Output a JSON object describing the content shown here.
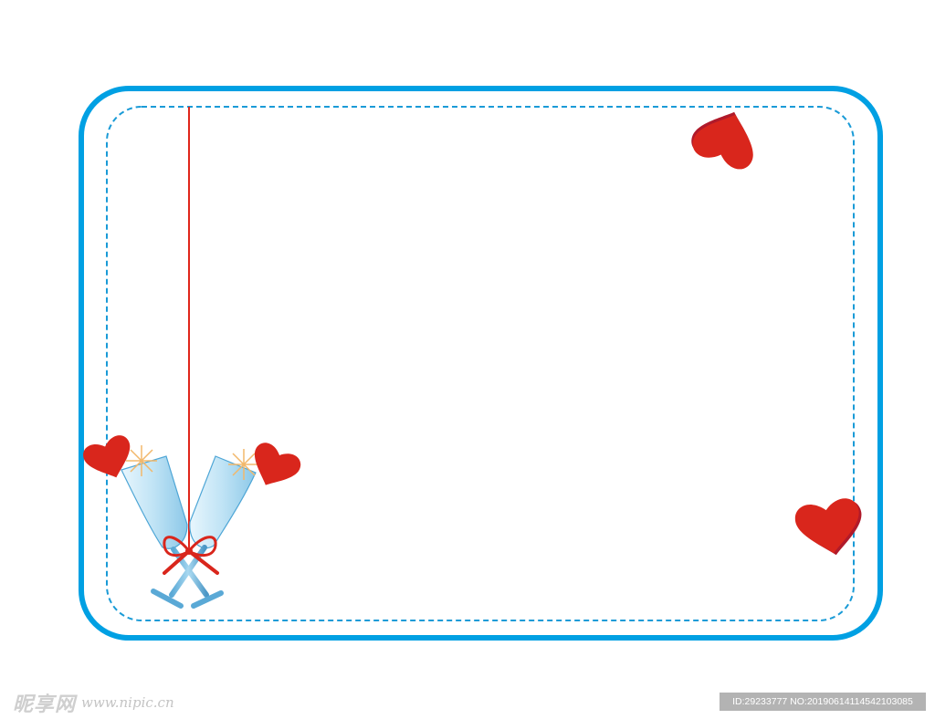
{
  "colors": {
    "frame_border": "#00a0e3",
    "dashed_border": "#1a9bd7",
    "heart_red": "#d9261c",
    "heart_shadow": "#b01a2a",
    "string_red": "#e0261b",
    "glass_blue": "#a9d7ef",
    "glass_outline": "#4ea6d6",
    "sparkle": "#f2b86b"
  },
  "icons": [
    "heart-icon",
    "champagne-glasses-icon",
    "ribbon-bow-icon",
    "sparkle-icon"
  ],
  "watermark": {
    "site_logo": "昵享网",
    "site_url": "www.nipic.cn",
    "image_id": "ID:29233777 NO:20190614114542103085"
  }
}
